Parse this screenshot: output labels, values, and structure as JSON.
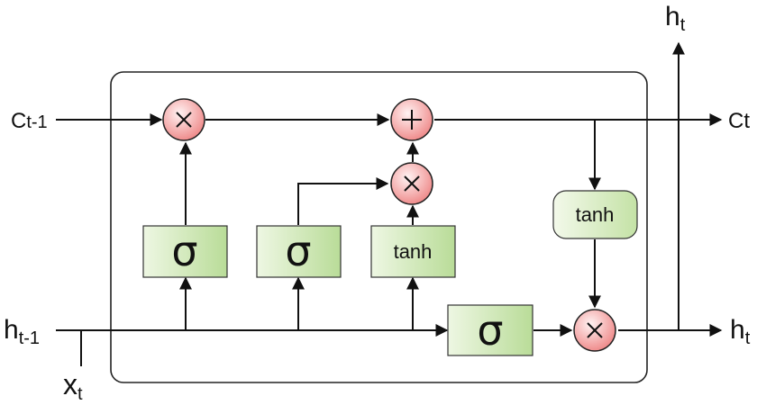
{
  "labels": {
    "c_prev_main": "C",
    "c_prev_sub": "t-1",
    "c_next_main": "C",
    "c_next_sub": "t",
    "h_prev_main": "h",
    "h_prev_sub": "t-1",
    "x_main": "x",
    "x_sub": "t",
    "h_out_main": "h",
    "h_out_sub": "t",
    "h_top_main": "h",
    "h_top_sub": "t"
  },
  "gates": {
    "forget_symbol": "σ",
    "input_symbol": "σ",
    "candidate_label": "tanh",
    "output_symbol": "σ",
    "cell_tanh_label": "tanh"
  },
  "colors": {
    "gate_fill_light": "#eef7e3",
    "gate_fill_dark": "#b9dc98",
    "op_fill_light": "#fde3e3",
    "op_fill_dark": "#f28c8c",
    "line": "#111111"
  }
}
